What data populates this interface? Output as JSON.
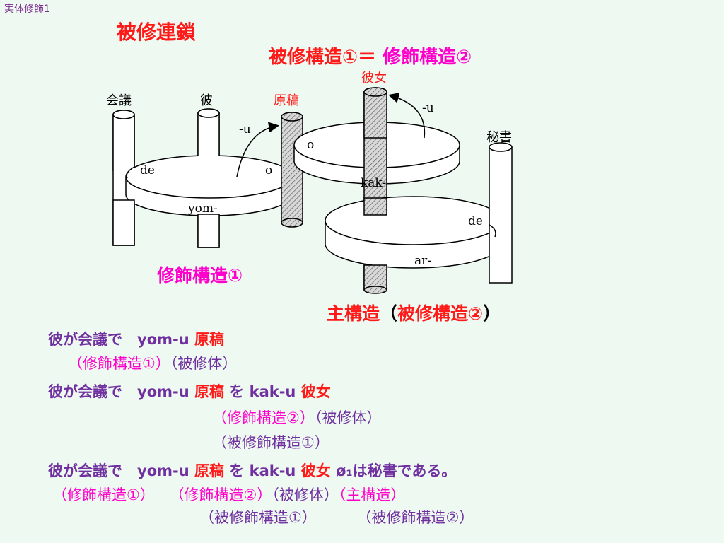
{
  "header": {
    "corner_label": "実体修飾1",
    "title": "被修連鎖",
    "equation_left": "被修構造①",
    "equation_eq": "＝",
    "equation_right": "修飾構造②"
  },
  "diagram": {
    "poles": {
      "kaigi": "会議",
      "kare": "彼",
      "genkou": "原稿",
      "kanojo": "彼女",
      "hisho": "秘書"
    },
    "disk_labels": {
      "de_left": "de",
      "o_left": "o",
      "yom": "yom-",
      "u_left": "-u",
      "o_mid": "o",
      "u_right": "-u",
      "kak": "kak-",
      "de_right": "de",
      "ar": "ar-"
    },
    "label_modifier1": "修飾構造①",
    "label_main": "主構造",
    "label_main_paren_open": "（",
    "label_main_inner": "被修構造②",
    "label_main_paren_close": "）"
  },
  "sentences": {
    "s1": {
      "text": "彼が会議で　yom-u",
      "noun": "原稿"
    },
    "n1": {
      "a": "（修飾構造①）",
      "b": "（被修体）"
    },
    "s2": {
      "text": "彼が会議で　yom-u",
      "noun1": "原稿",
      "particle": "を kak-u",
      "noun2": "彼女"
    },
    "n2a": {
      "a": "（修飾構造②）",
      "b": "（被修体）"
    },
    "n2b": {
      "a": "（被修飾構造①）"
    },
    "s3": {
      "text": "彼が会議で　yom-u",
      "noun1": "原稿",
      "particle": "を kak-u",
      "noun2": "彼女",
      "tail": "ø₁は秘書である。"
    },
    "n3a": {
      "a": "（修飾構造①）",
      "b": "（修飾構造②）",
      "c": "（被修体）",
      "d": "（主構造）"
    },
    "n3b": {
      "a": "（被修飾構造①）",
      "b": "（被修飾構造②）"
    }
  }
}
